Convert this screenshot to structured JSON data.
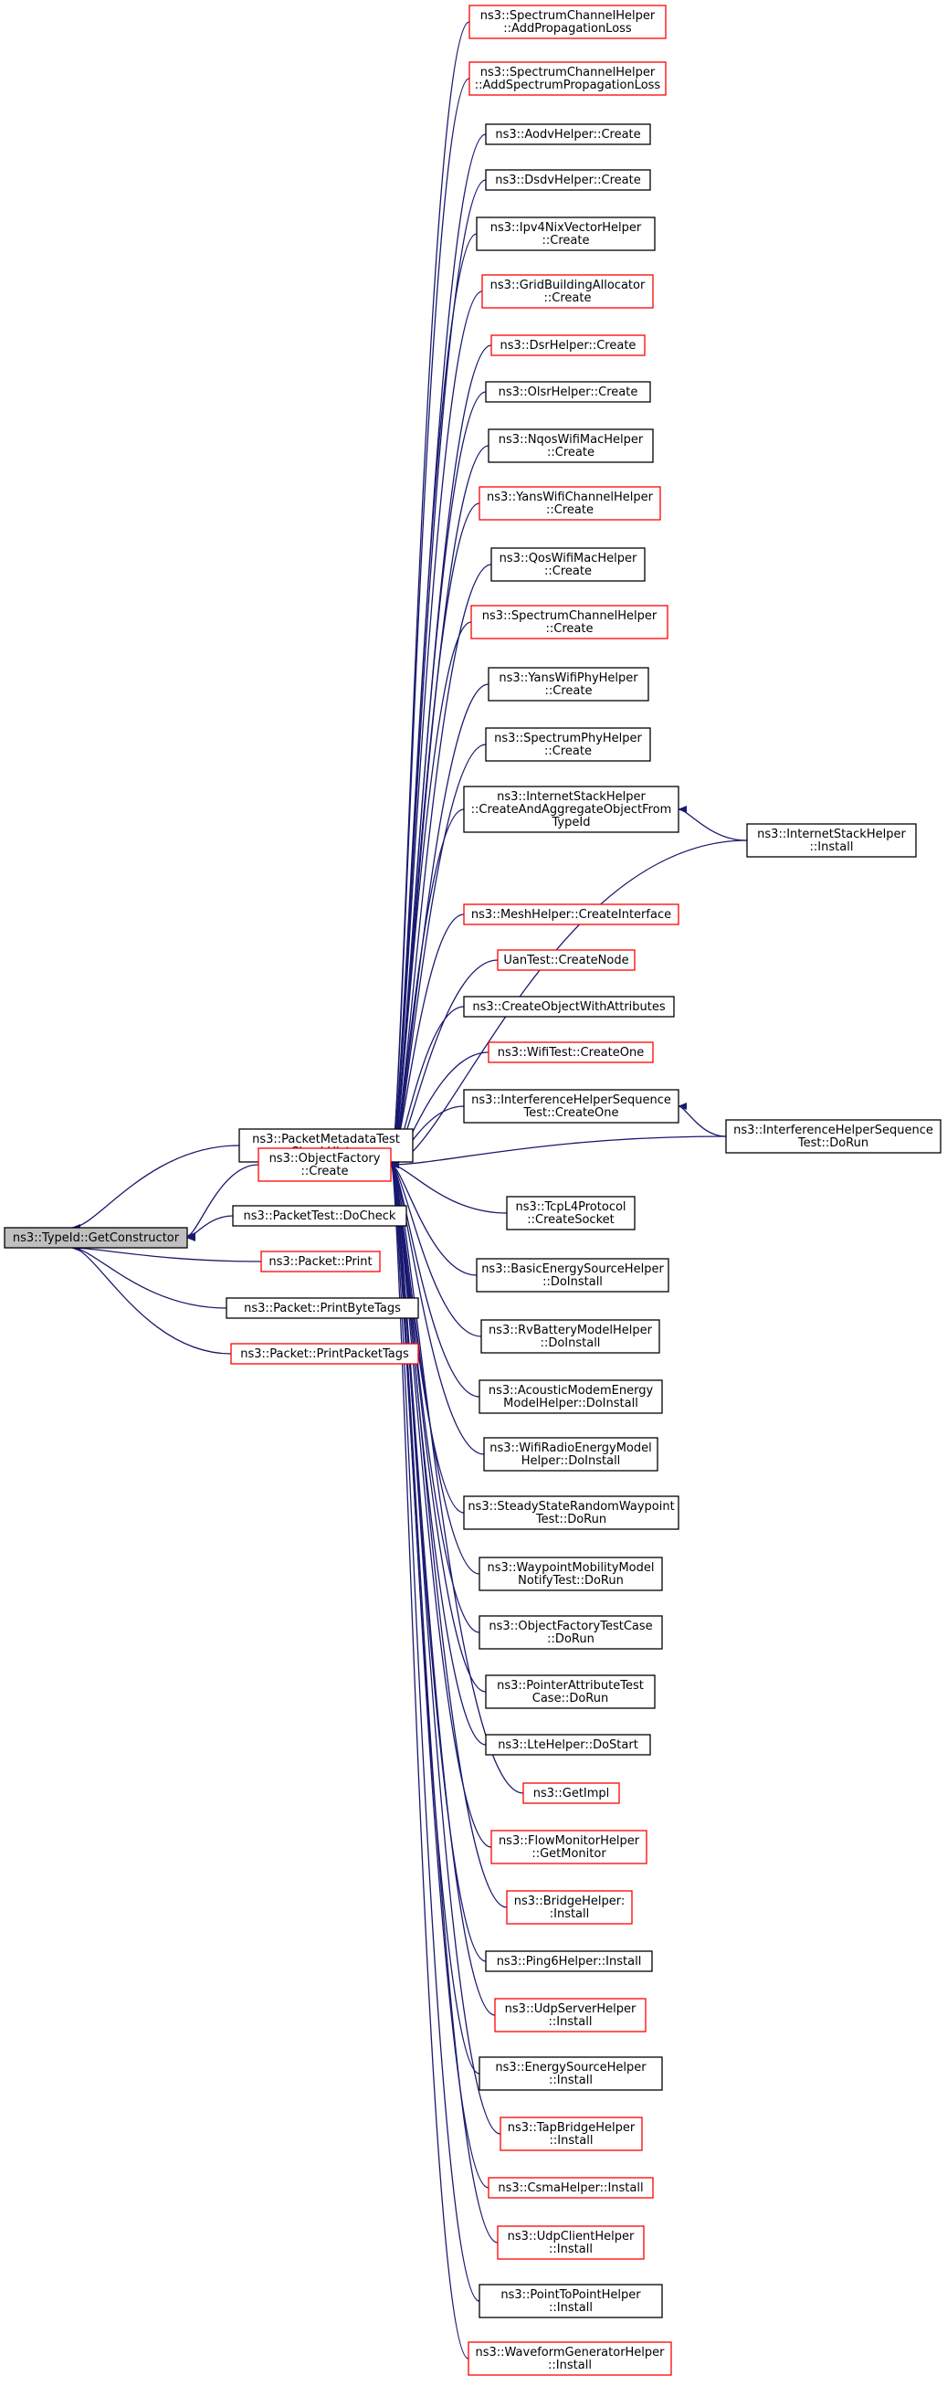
{
  "colors": {
    "edge": "#191970",
    "border_default": "#000000",
    "border_red": "#ff0000",
    "root_fill": "#bfbfbf",
    "node_fill": "#ffffff"
  },
  "nodes": [
    {
      "id": "root",
      "lines": [
        "ns3::TypeId::GetConstructor"
      ],
      "border": "black",
      "root": true
    },
    {
      "id": "pmt",
      "lines": [
        "ns3::PacketMetadataTest",
        "::CheckHistory"
      ],
      "border": "black"
    },
    {
      "id": "of",
      "lines": [
        "ns3::ObjectFactory",
        "::Create"
      ],
      "border": "red"
    },
    {
      "id": "ptdc",
      "lines": [
        "ns3::PacketTest::DoCheck"
      ],
      "border": "black"
    },
    {
      "id": "pp",
      "lines": [
        "ns3::Packet::Print"
      ],
      "border": "red"
    },
    {
      "id": "ppbt",
      "lines": [
        "ns3::Packet::PrintByteTags"
      ],
      "border": "black"
    },
    {
      "id": "pppt",
      "lines": [
        "ns3::Packet::PrintPacketTags"
      ],
      "border": "red"
    },
    {
      "id": "c1",
      "lines": [
        "ns3::SpectrumChannelHelper",
        "::AddPropagationLoss"
      ],
      "border": "red"
    },
    {
      "id": "c2",
      "lines": [
        "ns3::SpectrumChannelHelper",
        "::AddSpectrumPropagationLoss"
      ],
      "border": "red"
    },
    {
      "id": "c3",
      "lines": [
        "ns3::AodvHelper::Create"
      ],
      "border": "black"
    },
    {
      "id": "c4",
      "lines": [
        "ns3::DsdvHelper::Create"
      ],
      "border": "black"
    },
    {
      "id": "c5",
      "lines": [
        "ns3::Ipv4NixVectorHelper",
        "::Create"
      ],
      "border": "black"
    },
    {
      "id": "c6",
      "lines": [
        "ns3::GridBuildingAllocator",
        "::Create"
      ],
      "border": "red"
    },
    {
      "id": "c7",
      "lines": [
        "ns3::DsrHelper::Create"
      ],
      "border": "red"
    },
    {
      "id": "c8",
      "lines": [
        "ns3::OlsrHelper::Create"
      ],
      "border": "black"
    },
    {
      "id": "c9",
      "lines": [
        "ns3::NqosWifiMacHelper",
        "::Create"
      ],
      "border": "black"
    },
    {
      "id": "c10",
      "lines": [
        "ns3::YansWifiChannelHelper",
        "::Create"
      ],
      "border": "red"
    },
    {
      "id": "c11",
      "lines": [
        "ns3::QosWifiMacHelper",
        "::Create"
      ],
      "border": "black"
    },
    {
      "id": "c12",
      "lines": [
        "ns3::SpectrumChannelHelper",
        "::Create"
      ],
      "border": "red"
    },
    {
      "id": "c13",
      "lines": [
        "ns3::YansWifiPhyHelper",
        "::Create"
      ],
      "border": "black"
    },
    {
      "id": "c14",
      "lines": [
        "ns3::SpectrumPhyHelper",
        "::Create"
      ],
      "border": "black"
    },
    {
      "id": "c15",
      "lines": [
        "ns3::InternetStackHelper",
        "::CreateAndAggregateObjectFrom",
        "TypeId"
      ],
      "border": "black"
    },
    {
      "id": "ish",
      "lines": [
        "ns3::InternetStackHelper",
        "::Install"
      ],
      "border": "black"
    },
    {
      "id": "c16",
      "lines": [
        "ns3::MeshHelper::CreateInterface"
      ],
      "border": "red"
    },
    {
      "id": "c17",
      "lines": [
        "UanTest::CreateNode"
      ],
      "border": "red"
    },
    {
      "id": "c18",
      "lines": [
        "ns3::CreateObjectWithAttributes"
      ],
      "border": "black"
    },
    {
      "id": "c19",
      "lines": [
        "ns3::WifiTest::CreateOne"
      ],
      "border": "red"
    },
    {
      "id": "c20",
      "lines": [
        "ns3::InterferenceHelperSequence",
        "Test::CreateOne"
      ],
      "border": "black"
    },
    {
      "id": "ihs",
      "lines": [
        "ns3::InterferenceHelperSequence",
        "Test::DoRun"
      ],
      "border": "black"
    },
    {
      "id": "c21",
      "lines": [
        "ns3::TcpL4Protocol",
        "::CreateSocket"
      ],
      "border": "black"
    },
    {
      "id": "c22",
      "lines": [
        "ns3::BasicEnergySourceHelper",
        "::DoInstall"
      ],
      "border": "black"
    },
    {
      "id": "c23",
      "lines": [
        "ns3::RvBatteryModelHelper",
        "::DoInstall"
      ],
      "border": "black"
    },
    {
      "id": "c24",
      "lines": [
        "ns3::AcousticModemEnergy",
        "ModelHelper::DoInstall"
      ],
      "border": "black"
    },
    {
      "id": "c25",
      "lines": [
        "ns3::WifiRadioEnergyModel",
        "Helper::DoInstall"
      ],
      "border": "black"
    },
    {
      "id": "c26",
      "lines": [
        "ns3::SteadyStateRandomWaypoint",
        "Test::DoRun"
      ],
      "border": "black"
    },
    {
      "id": "c27",
      "lines": [
        "ns3::WaypointMobilityModel",
        "NotifyTest::DoRun"
      ],
      "border": "black"
    },
    {
      "id": "c28",
      "lines": [
        "ns3::ObjectFactoryTestCase",
        "::DoRun"
      ],
      "border": "black"
    },
    {
      "id": "c29",
      "lines": [
        "ns3::PointerAttributeTest",
        "Case::DoRun"
      ],
      "border": "black"
    },
    {
      "id": "c30",
      "lines": [
        "ns3::LteHelper::DoStart"
      ],
      "border": "black"
    },
    {
      "id": "c31",
      "lines": [
        "ns3::GetImpl"
      ],
      "border": "red"
    },
    {
      "id": "c32",
      "lines": [
        "ns3::FlowMonitorHelper",
        "::GetMonitor"
      ],
      "border": "red"
    },
    {
      "id": "c33",
      "lines": [
        "ns3::BridgeHelper:",
        ":Install"
      ],
      "border": "red"
    },
    {
      "id": "c34",
      "lines": [
        "ns3::Ping6Helper::Install"
      ],
      "border": "black"
    },
    {
      "id": "c35",
      "lines": [
        "ns3::UdpServerHelper",
        "::Install"
      ],
      "border": "red"
    },
    {
      "id": "c36",
      "lines": [
        "ns3::EnergySourceHelper",
        "::Install"
      ],
      "border": "black"
    },
    {
      "id": "c37",
      "lines": [
        "ns3::TapBridgeHelper",
        "::Install"
      ],
      "border": "red"
    },
    {
      "id": "c38",
      "lines": [
        "ns3::CsmaHelper::Install"
      ],
      "border": "red"
    },
    {
      "id": "c39",
      "lines": [
        "ns3::UdpClientHelper",
        "::Install"
      ],
      "border": "red"
    },
    {
      "id": "c40",
      "lines": [
        "ns3::PointToPointHelper",
        "::Install"
      ],
      "border": "black"
    },
    {
      "id": "c41",
      "lines": [
        "ns3::WaveformGeneratorHelper",
        "::Install"
      ],
      "border": "red"
    }
  ],
  "edges": [
    {
      "from": "pmt",
      "to": "root"
    },
    {
      "from": "of",
      "to": "root"
    },
    {
      "from": "ptdc",
      "to": "root"
    },
    {
      "from": "pp",
      "to": "root"
    },
    {
      "from": "ppbt",
      "to": "root"
    },
    {
      "from": "pppt",
      "to": "root"
    },
    {
      "from": "c1",
      "to": "of"
    },
    {
      "from": "c2",
      "to": "of"
    },
    {
      "from": "c3",
      "to": "of"
    },
    {
      "from": "c4",
      "to": "of"
    },
    {
      "from": "c5",
      "to": "of"
    },
    {
      "from": "c6",
      "to": "of"
    },
    {
      "from": "c7",
      "to": "of"
    },
    {
      "from": "c8",
      "to": "of"
    },
    {
      "from": "c9",
      "to": "of"
    },
    {
      "from": "c10",
      "to": "of"
    },
    {
      "from": "c11",
      "to": "of"
    },
    {
      "from": "c12",
      "to": "of"
    },
    {
      "from": "c13",
      "to": "of"
    },
    {
      "from": "c14",
      "to": "of"
    },
    {
      "from": "c15",
      "to": "of"
    },
    {
      "from": "ish",
      "to": "of"
    },
    {
      "from": "ish",
      "to": "c15"
    },
    {
      "from": "c16",
      "to": "of"
    },
    {
      "from": "c17",
      "to": "of"
    },
    {
      "from": "c18",
      "to": "of"
    },
    {
      "from": "c19",
      "to": "of"
    },
    {
      "from": "c20",
      "to": "of"
    },
    {
      "from": "ihs",
      "to": "of"
    },
    {
      "from": "ihs",
      "to": "c20"
    },
    {
      "from": "c21",
      "to": "of"
    },
    {
      "from": "c22",
      "to": "of"
    },
    {
      "from": "c23",
      "to": "of"
    },
    {
      "from": "c24",
      "to": "of"
    },
    {
      "from": "c25",
      "to": "of"
    },
    {
      "from": "c26",
      "to": "of"
    },
    {
      "from": "c27",
      "to": "of"
    },
    {
      "from": "c28",
      "to": "of"
    },
    {
      "from": "c29",
      "to": "of"
    },
    {
      "from": "c30",
      "to": "of"
    },
    {
      "from": "c31",
      "to": "of"
    },
    {
      "from": "c32",
      "to": "of"
    },
    {
      "from": "c33",
      "to": "of"
    },
    {
      "from": "c34",
      "to": "of"
    },
    {
      "from": "c35",
      "to": "of"
    },
    {
      "from": "c36",
      "to": "of"
    },
    {
      "from": "c37",
      "to": "of"
    },
    {
      "from": "c38",
      "to": "of"
    },
    {
      "from": "c39",
      "to": "of"
    },
    {
      "from": "c40",
      "to": "of"
    },
    {
      "from": "c41",
      "to": "of"
    }
  ]
}
